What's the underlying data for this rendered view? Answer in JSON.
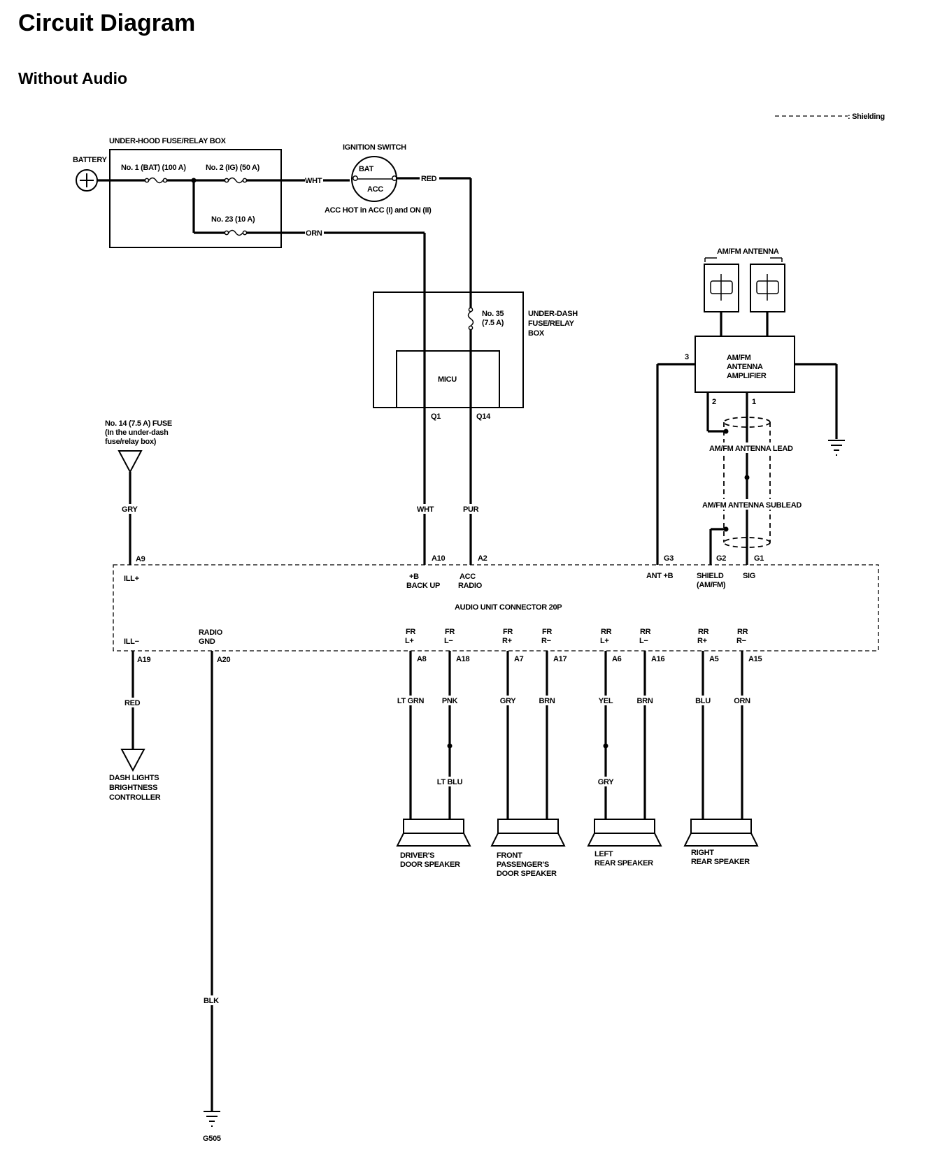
{
  "title": "Circuit Diagram",
  "subtitle": "Without Audio",
  "legend": {
    "shielding": ": Shielding"
  },
  "power": {
    "battery": "BATTERY",
    "under_hood_box": "UNDER-HOOD FUSE/RELAY BOX",
    "fuse_no1": "No. 1 (BAT) (100 A)",
    "fuse_no2": "No. 2 (IG) (50 A)",
    "fuse_no23": "No. 23 (10 A)",
    "wire_wht": "WHT",
    "wire_orn": "ORN",
    "wire_red": "RED",
    "ignition_switch": "IGNITION SWITCH",
    "bat": "BAT",
    "acc": "ACC",
    "acc_note": "ACC HOT in ACC (I) and ON (II)"
  },
  "under_dash": {
    "label_l1": "UNDER-DASH",
    "label_l2": "FUSE/RELAY",
    "label_l3": "BOX",
    "fuse_no35_l1": "No. 35",
    "fuse_no35_l2": "(7.5 A)",
    "micu": "MICU",
    "q1": "Q1",
    "q14": "Q14",
    "wire_wht": "WHT",
    "wire_pur": "PUR"
  },
  "fuse14": {
    "l1": "No. 14 (7.5 A) FUSE",
    "l2": "(In the under-dash",
    "l3": "fuse/relay box)",
    "wire_gry": "GRY"
  },
  "antenna": {
    "title": "AM/FM ANTENNA",
    "amp_l1": "AM/FM",
    "amp_l2": "ANTENNA",
    "amp_l3": "AMPLIFIER",
    "pin3": "3",
    "pin2": "2",
    "pin1": "1",
    "lead": "AM/FM ANTENNA LEAD",
    "sublead": "AM/FM ANTENNA SUBLEAD"
  },
  "connector": {
    "title": "AUDIO UNIT CONNECTOR 20P",
    "a9": "A9",
    "ill_plus": "ILL+",
    "a10": "A10",
    "backup_l1": "+B",
    "backup_l2": "BACK UP",
    "a2": "A2",
    "acc_l1": "ACC",
    "acc_l2": "RADIO",
    "g3": "G3",
    "ant_b": "ANT +B",
    "g2": "G2",
    "shield_l1": "SHIELD",
    "shield_l2": "(AM/FM)",
    "g1": "G1",
    "sig": "SIG",
    "ill_minus": "ILL−",
    "a19": "A19",
    "radio_gnd_l1": "RADIO",
    "radio_gnd_l2": "GND",
    "a20": "A20"
  },
  "pins": [
    {
      "top": "FR",
      "bottom": "L+",
      "pin": "A8",
      "wire": "LT GRN",
      "wire2": ""
    },
    {
      "top": "FR",
      "bottom": "L−",
      "pin": "A18",
      "wire": "PNK",
      "wire2": "LT BLU"
    },
    {
      "top": "FR",
      "bottom": "R+",
      "pin": "A7",
      "wire": "GRY",
      "wire2": ""
    },
    {
      "top": "FR",
      "bottom": "R−",
      "pin": "A17",
      "wire": "BRN",
      "wire2": ""
    },
    {
      "top": "RR",
      "bottom": "L+",
      "pin": "A6",
      "wire": "YEL",
      "wire2": "GRY"
    },
    {
      "top": "RR",
      "bottom": "L−",
      "pin": "A16",
      "wire": "BRN",
      "wire2": ""
    },
    {
      "top": "RR",
      "bottom": "R+",
      "pin": "A5",
      "wire": "BLU",
      "wire2": ""
    },
    {
      "top": "RR",
      "bottom": "R−",
      "pin": "A15",
      "wire": "ORN",
      "wire2": ""
    }
  ],
  "dash_lights": {
    "wire_red": "RED",
    "l1": "DASH LIGHTS",
    "l2": "BRIGHTNESS",
    "l3": "CONTROLLER"
  },
  "speakers": {
    "driver_l1": "DRIVER'S",
    "driver_l2": "DOOR SPEAKER",
    "front_l1": "FRONT",
    "front_l2": "PASSENGER'S",
    "front_l3": "DOOR SPEAKER",
    "left_l1": "LEFT",
    "left_l2": "REAR SPEAKER",
    "right_l1": "RIGHT",
    "right_l2": "REAR SPEAKER"
  },
  "ground": {
    "wire_blk": "BLK",
    "g505": "G505"
  }
}
